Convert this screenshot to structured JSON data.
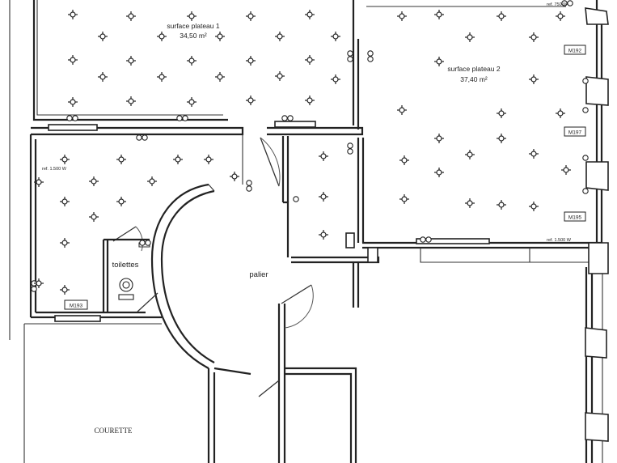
{
  "rooms": {
    "plateau1": {
      "name": "surface plateau 1",
      "area": "34,50 m²"
    },
    "plateau2": {
      "name": "surface plateau 2",
      "area": "37,40 m²"
    },
    "toilettes": "toilettes",
    "palier": "palier",
    "courette": "COURETTE"
  },
  "annotations": {
    "ref_top_right": "ref. 750 W",
    "ref_left": "ref. 1.500 W",
    "ref_bottom_right": "ref. 1.500 W"
  },
  "tags": {
    "tag_left_bottom": "M193",
    "tag_right_1": "M192",
    "tag_right_2": "M197",
    "tag_right_3": "M195"
  }
}
